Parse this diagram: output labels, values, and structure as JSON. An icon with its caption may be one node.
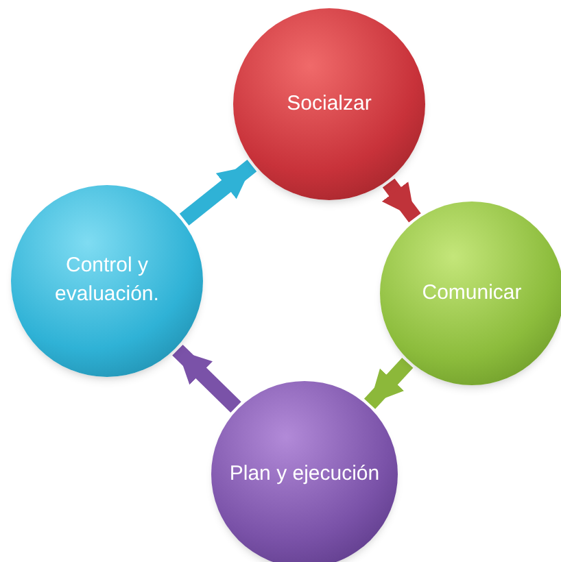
{
  "diagram": {
    "nodes": [
      {
        "text": [
          "Socialzar"
        ]
      },
      {
        "text": [
          "Comunicar"
        ]
      },
      {
        "text": [
          "Plan y ejecución"
        ]
      },
      {
        "text": [
          "Control y evaluación."
        ]
      }
    ],
    "edges": [
      {
        "from": 0,
        "to": 1,
        "arrow": "to",
        "color": "#c0333a"
      },
      {
        "from": 1,
        "to": 2,
        "arrow": "to",
        "color": "#8cb83a"
      },
      {
        "from": 2,
        "to": 3,
        "arrow": "to",
        "color": "#7a52a8"
      },
      {
        "from": 3,
        "to": 0,
        "arrow": "to",
        "color": "#2fb2d6"
      }
    ]
  }
}
